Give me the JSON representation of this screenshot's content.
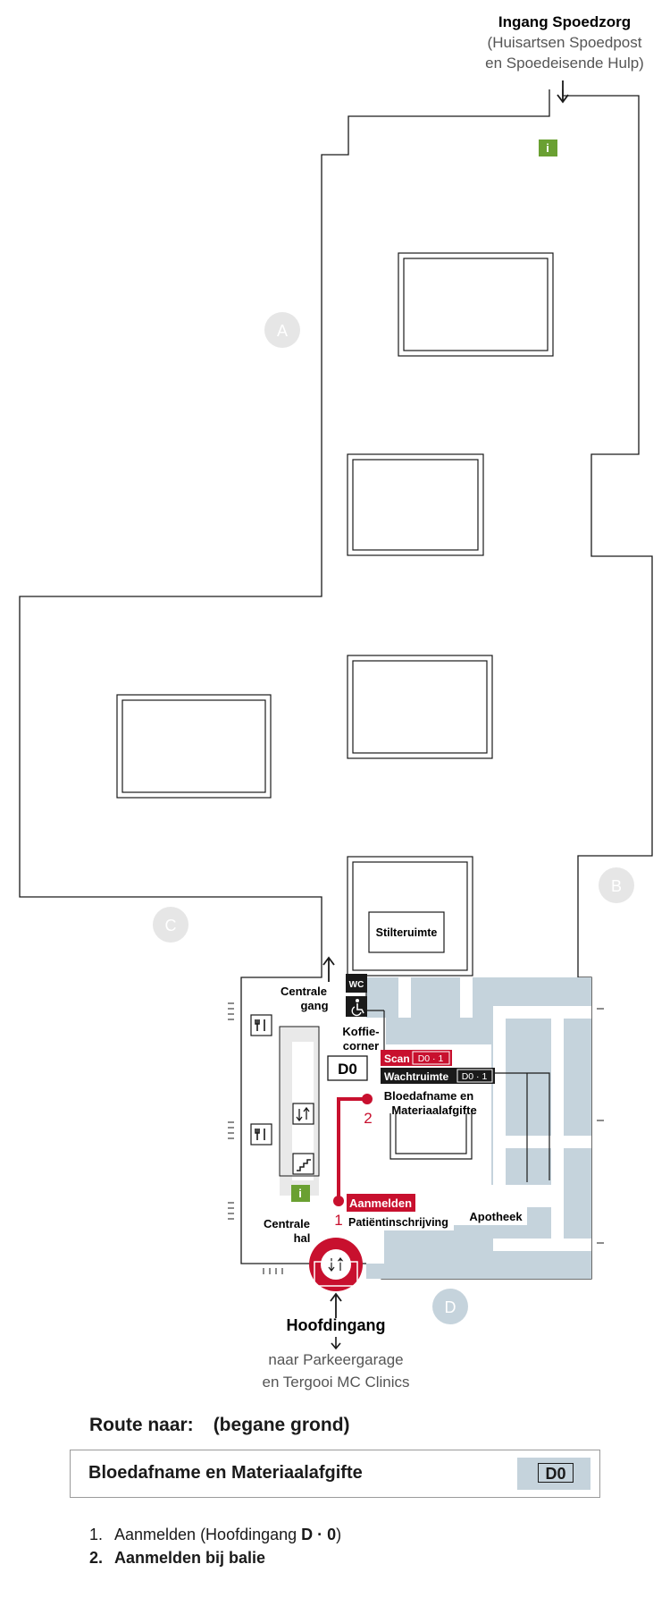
{
  "map": {
    "entrance_emergency": {
      "title": "Ingang Spoedzorg",
      "line1": "(Huisartsen Spoedpost",
      "line2": "en Spoedeisende Hulp)"
    },
    "wings": {
      "a": "A",
      "b": "B",
      "c": "C",
      "d": "D"
    },
    "info_icon_label": "i",
    "stilteruimte": "Stilteruimte",
    "centrale_gang": [
      "Centrale",
      "gang"
    ],
    "centrale_hal": [
      "Centrale",
      "hal"
    ],
    "koffiecorner": [
      "Koffie-",
      "corner"
    ],
    "wc": "WC",
    "floor_code": "D0",
    "scan": {
      "label": "Scan",
      "code": "D0 · 1"
    },
    "wachtruimte": {
      "label": "Wachtruimte",
      "code": "D0 · 1"
    },
    "bloedafname": [
      "Bloedafname en",
      "Materiaalafgifte"
    ],
    "aanmelden": "Aanmelden",
    "patientinschrijving": "Patiëntinschrijving",
    "apotheek": "Apotheek",
    "route_step_1": "1",
    "route_step_2": "2",
    "main_entrance": {
      "title": "Hoofdingang",
      "line1": "naar Parkeergarage",
      "line2": "en Tergooi MC Clinics"
    },
    "colors": {
      "route_red": "#c8102e",
      "area_blue": "#c5d3dc",
      "info_green": "#6aa032",
      "wing_circle": "#e6e6e6"
    }
  },
  "legend": {
    "route_label": "Route naar:",
    "floor_label": "(begane grond)",
    "destination": "Bloedafname en Materiaalafgifte",
    "destination_code": "D0",
    "steps": [
      {
        "number": "1.",
        "text": "Aanmelden (Hoofdingang ",
        "code": "D · 0",
        "suffix": ")"
      },
      {
        "number": "2.",
        "text": "Aanmelden bij balie"
      }
    ]
  }
}
